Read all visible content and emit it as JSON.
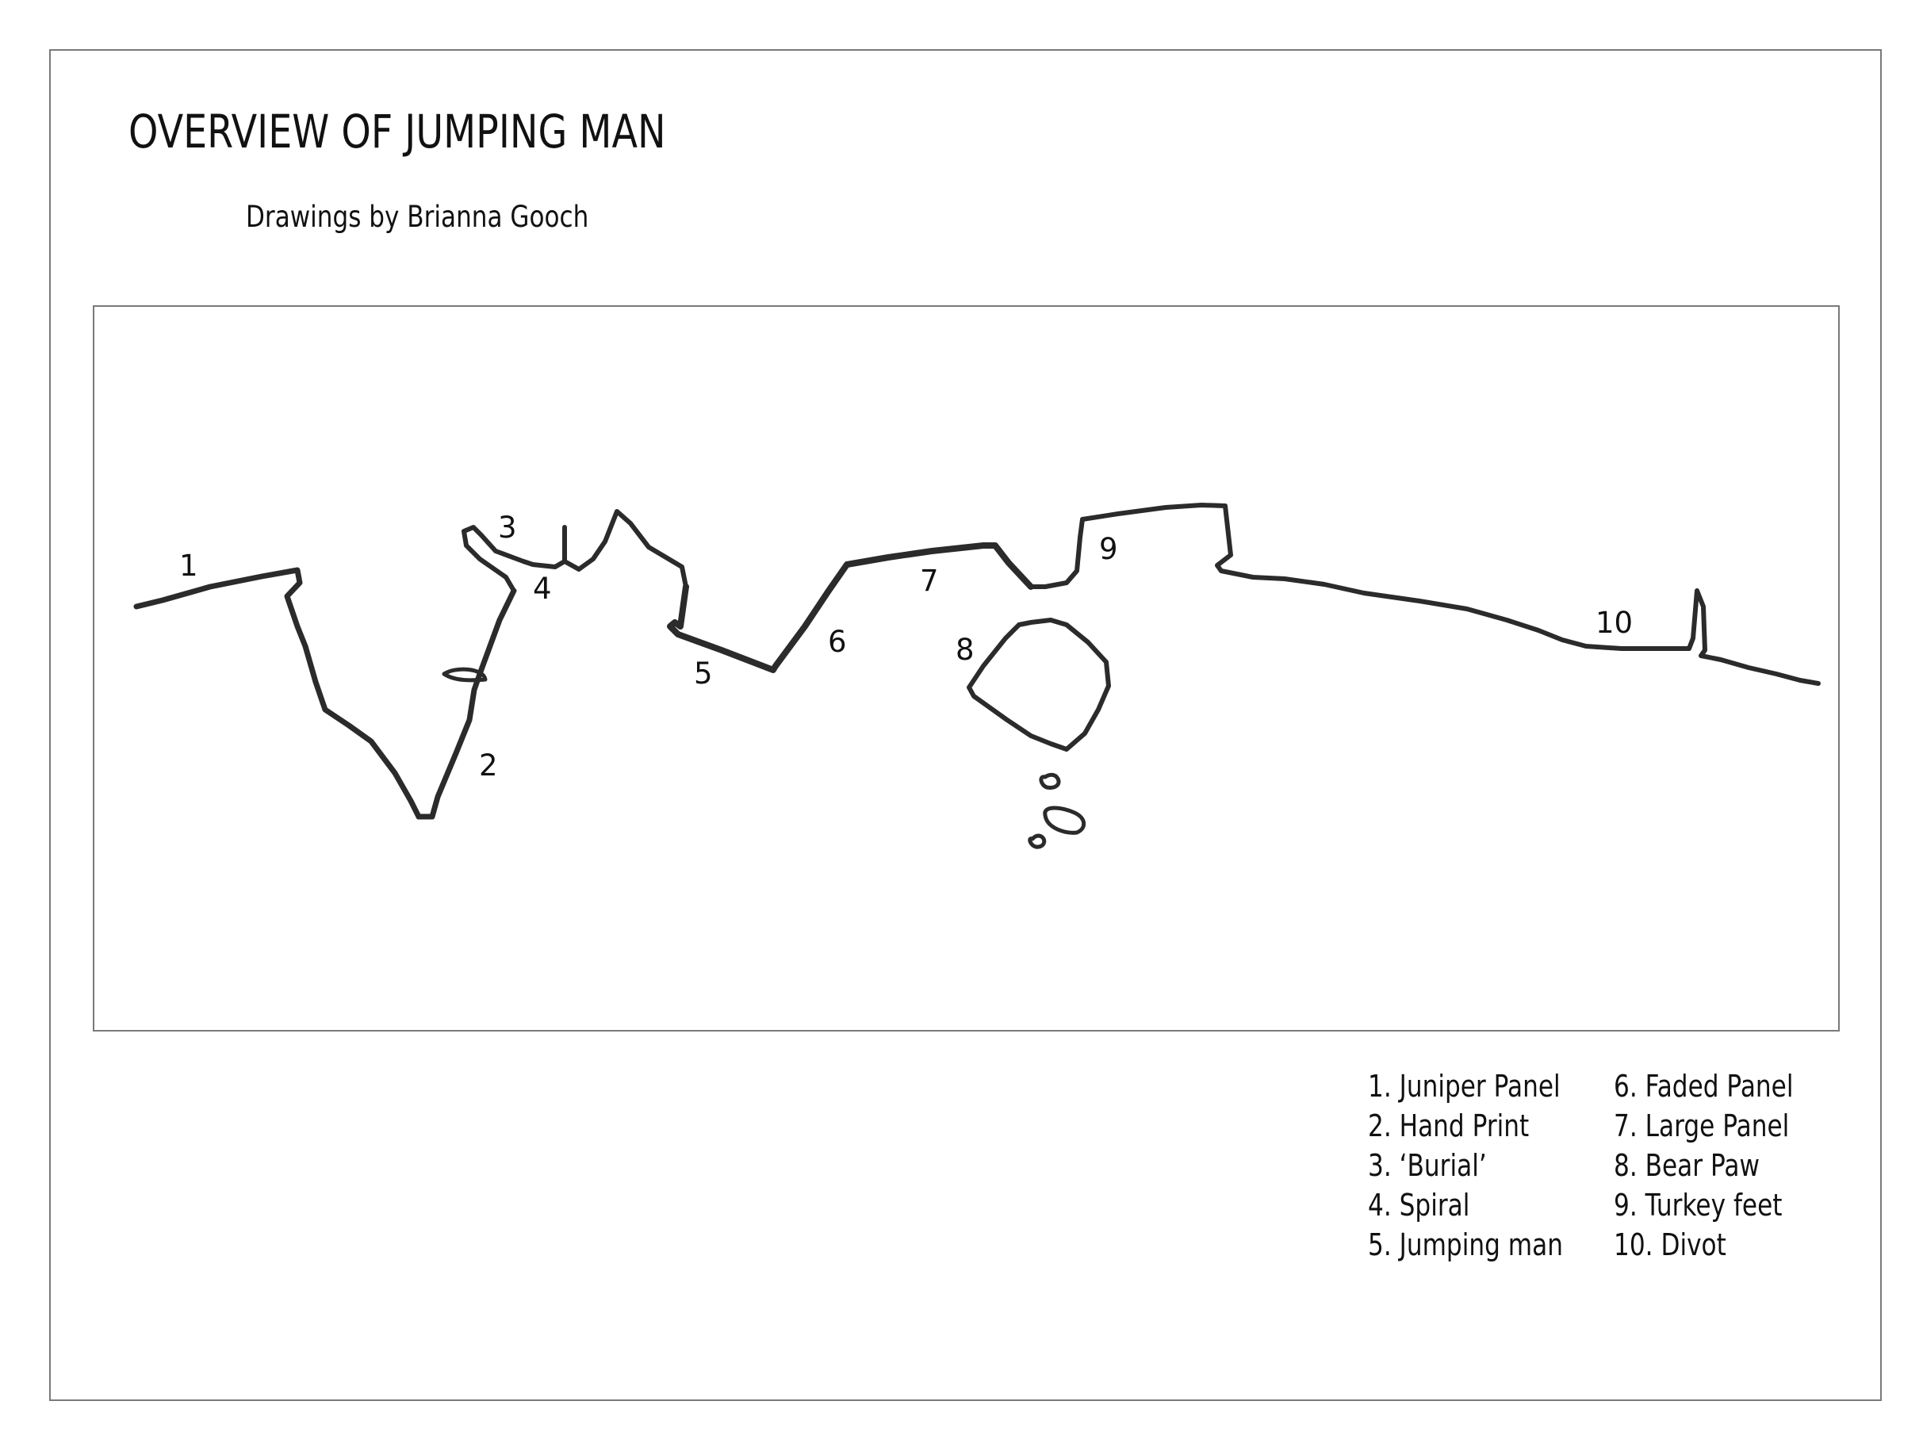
{
  "title": "OVERVIEW OF JUMPING MAN",
  "subtitle": "Drawings by Brianna Gooch",
  "map": {
    "labels": [
      "1",
      "2",
      "3",
      "4",
      "5",
      "6",
      "7",
      "8",
      "9",
      "10"
    ],
    "stroke_color": "#2b2b2b"
  },
  "legend": [
    "1. Juniper Panel",
    "2.  Hand Print",
    "3. ‘Burial’",
    "4.  Spiral",
    "5.  Jumping man",
    "6.  Faded Panel",
    "7.  Large Panel",
    "8.  Bear Paw",
    "9.  Turkey feet",
    "10. Divot"
  ]
}
